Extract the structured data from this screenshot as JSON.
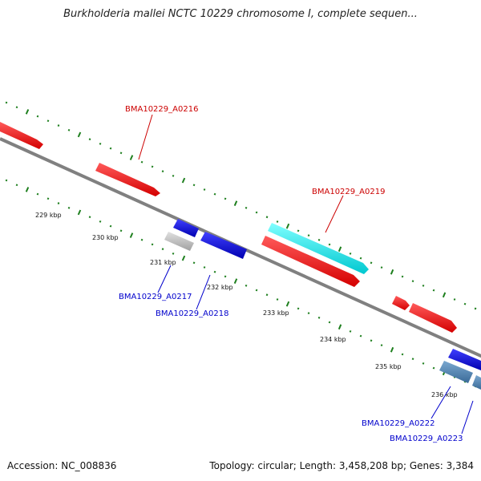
{
  "title": "Burkholderia mallei NCTC 10229 chromosome I, complete sequen...",
  "footer": {
    "accession": "Accession: NC_008836",
    "summary": "Topology: circular; Length: 3,458,208 bp; Genes: 3,384"
  },
  "colors": {
    "backbone": "#808080",
    "tick": "#1e7f1e",
    "forward_gene": "#ff0000",
    "reverse_gene": "#1414e6",
    "highlight_gene": "#00ffff",
    "pseudo_gene": "#c8c8c8",
    "rna_gene": "#4682b4",
    "forward_label": "#cc0000",
    "reverse_label": "#0000cc"
  },
  "scale_labels": [
    "229 kbp",
    "230 kbp",
    "231 kbp",
    "232 kbp",
    "233 kbp",
    "234 kbp",
    "235 kbp",
    "236 kbp"
  ],
  "gene_labels": {
    "a0216": "BMA10229_A0216",
    "a0219": "BMA10229_A0219",
    "a0217": "BMA10229_A0217",
    "a0218": "BMA10229_A0218",
    "a0222": "BMA10229_A0222",
    "a0223": "BMA10229_A0223"
  }
}
